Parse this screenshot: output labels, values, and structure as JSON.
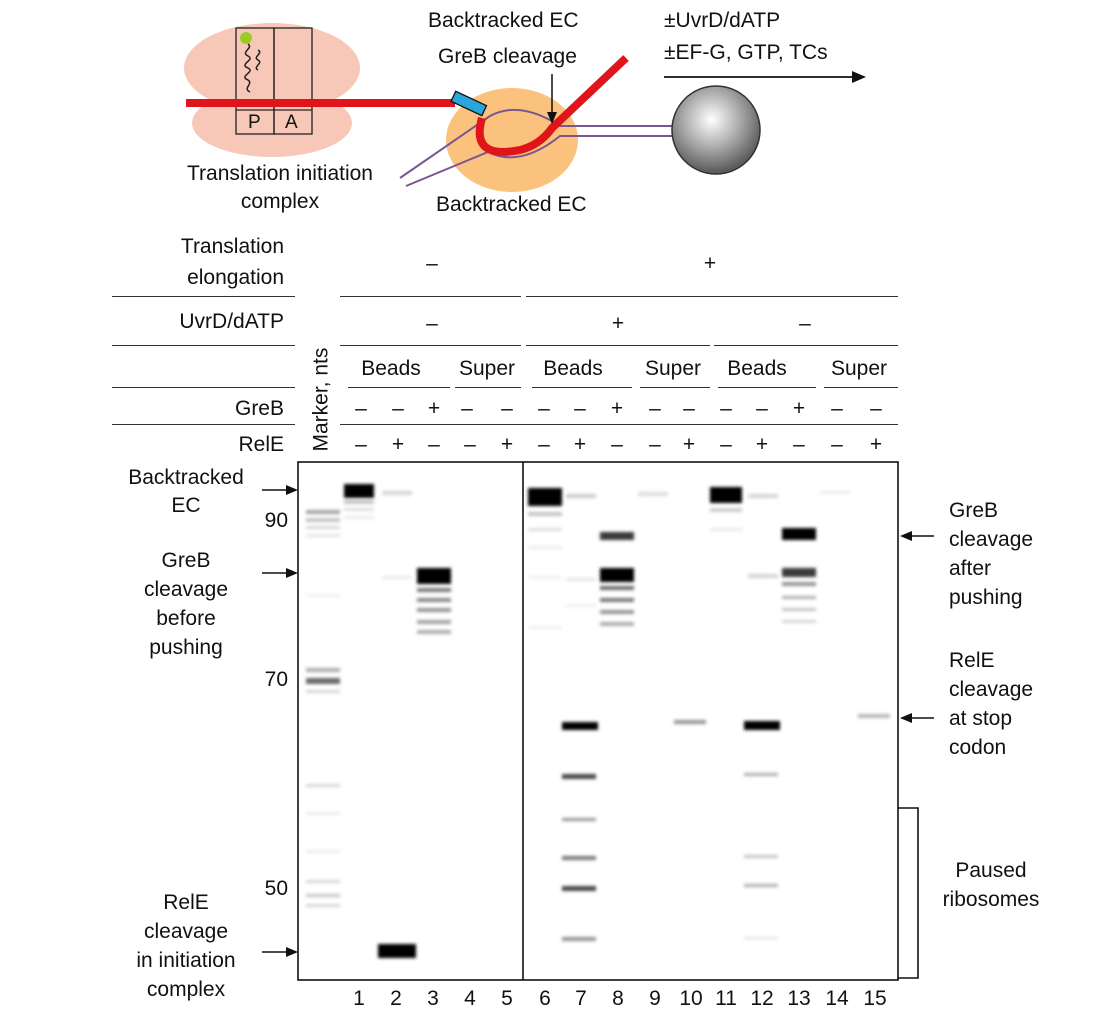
{
  "schematic": {
    "top_backtracked_label": "Backtracked EC",
    "greb_cleavage_label": "GreB cleavage",
    "uvrd_label": "±UvrD/dATP",
    "efg_label": "±EF-G, GTP, TCs",
    "p_site": "P",
    "a_site": "A",
    "initiation_label": [
      "Translation initiation",
      "complex"
    ],
    "bottom_backtracked_label": "Backtracked EC"
  },
  "conditions": {
    "translation_elongation_label": [
      "Translation",
      "elongation"
    ],
    "translation_elongation_values": [
      "–",
      "+"
    ],
    "uvrd_row_label": "UvrD/dATP",
    "uvrd_values": [
      "–",
      "+",
      "–"
    ],
    "fraction_labels": [
      "Beads",
      "Super",
      "Beads",
      "Super",
      "Beads",
      "Super"
    ],
    "greb_row_label": "GreB",
    "greb_values": [
      "–",
      "–",
      "+",
      "–",
      "–",
      "–",
      "–",
      "+",
      "–",
      "–",
      "–",
      "–",
      "+",
      "–",
      "–"
    ],
    "rele_row_label": "RelE",
    "rele_values": [
      "–",
      "+",
      "–",
      "–",
      "+",
      "–",
      "+",
      "–",
      "–",
      "+",
      "–",
      "+",
      "–",
      "–",
      "+"
    ],
    "marker_label": "Marker, nts"
  },
  "gel": {
    "marker_sizes": [
      "90",
      "70",
      "50"
    ],
    "lane_numbers": [
      "1",
      "2",
      "3",
      "4",
      "5",
      "6",
      "7",
      "8",
      "9",
      "10",
      "11",
      "12",
      "13",
      "14",
      "15"
    ],
    "left_annotations": {
      "backtracked": [
        "Backtracked",
        "EC"
      ],
      "greb_before": [
        "GreB",
        "cleavage",
        "before",
        "pushing"
      ],
      "rele_initiation": [
        "RelE",
        "cleavage",
        "in initiation",
        "complex"
      ]
    },
    "right_annotations": {
      "greb_after": [
        "GreB",
        "cleavage",
        "after",
        "pushing"
      ],
      "rele_stop": [
        "RelE",
        "cleavage",
        "at stop",
        "codon"
      ],
      "paused": [
        "Paused",
        "ribosomes"
      ]
    }
  }
}
